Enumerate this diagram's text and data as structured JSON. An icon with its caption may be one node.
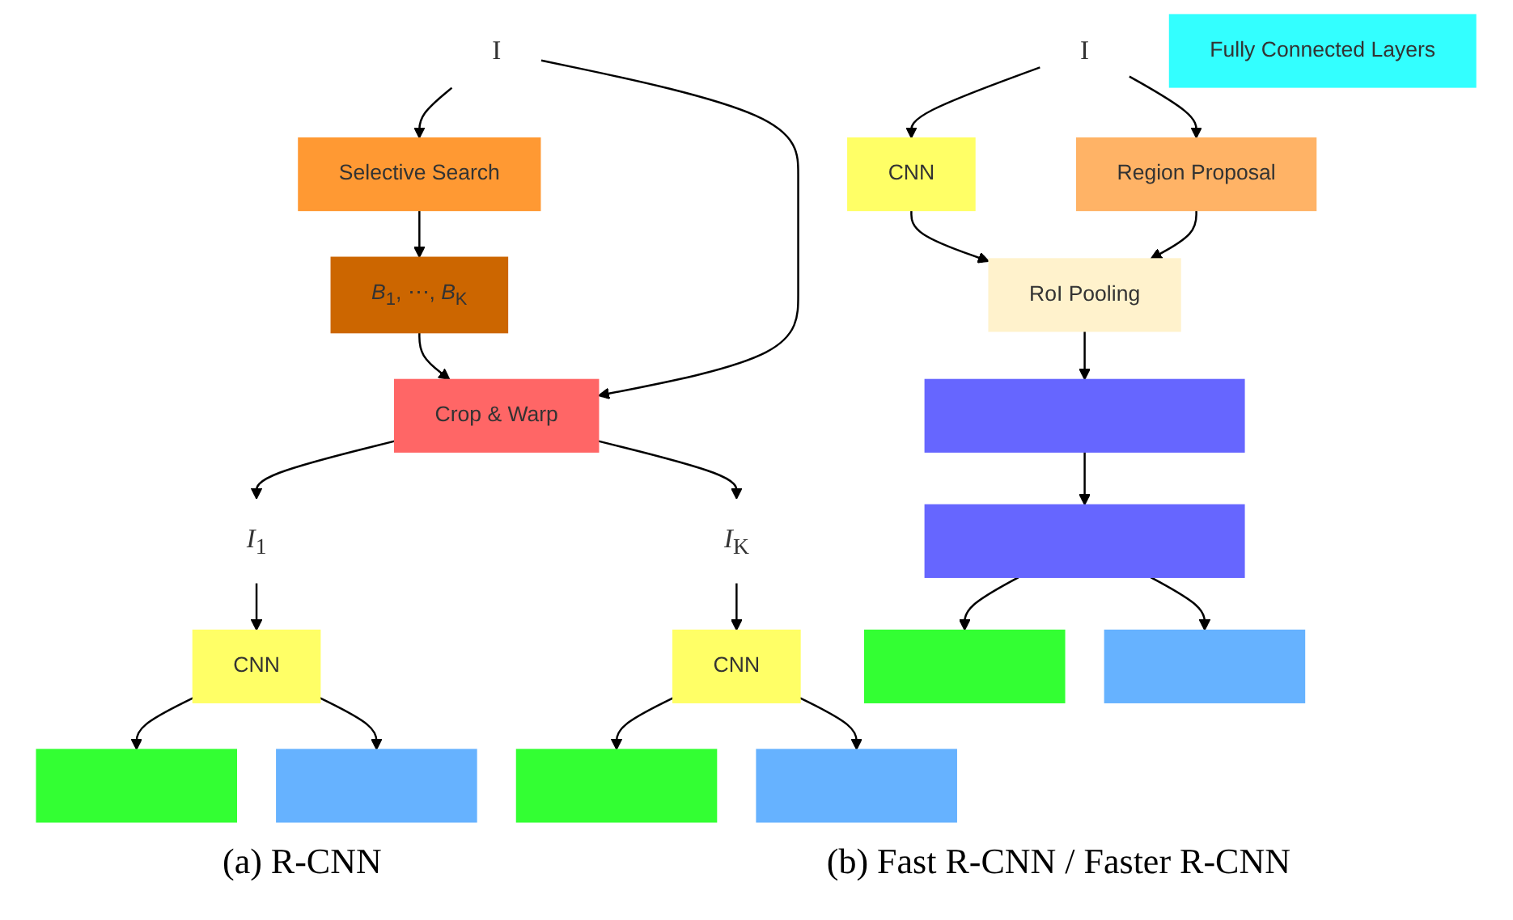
{
  "diagram": {
    "nodes": [
      {
        "text": [
          "I"
        ]
      },
      {
        "text": [
          "Selective Search"
        ]
      },
      {
        "text": [
          "*B*$_{1}$, ⋯, *B*$_{K}$"
        ]
      },
      {
        "text": [
          "Crop & Warp"
        ]
      },
      {
        "text": [
          "*I*$_{1}$"
        ]
      },
      {
        "text": [
          "*I*$_{K}$"
        ]
      },
      {
        "text": [
          "CNN"
        ]
      },
      {
        "text": [
          "CNN"
        ]
      },
      {
        "text": [],
        "shape": "box"
      },
      {
        "text": [],
        "shape": "box"
      },
      {
        "text": [],
        "shape": "box"
      },
      {
        "text": [],
        "shape": "box"
      },
      {
        "text": [
          "I"
        ]
      },
      {
        "text": [
          "CNN"
        ]
      },
      {
        "text": [
          "Region Proposal"
        ]
      },
      {
        "text": [
          "RoI Pooling"
        ]
      },
      {
        "text": [
          "Fully Connected Layers"
        ]
      },
      {
        "text": [],
        "shape": "bar"
      },
      {
        "text": [],
        "shape": "bar"
      },
      {
        "text": [],
        "shape": "box"
      },
      {
        "text": [],
        "shape": "box"
      }
    ],
    "edges": [
      {
        "from": 0,
        "to": 1,
        "arrow": "to"
      },
      {
        "from": 1,
        "to": 2,
        "arrow": "to"
      },
      {
        "from": 2,
        "to": 3,
        "arrow": "to"
      },
      {
        "from": 0,
        "to": 3,
        "arrow": "to"
      },
      {
        "from": 3,
        "to": 4,
        "arrow": "to"
      },
      {
        "from": 3,
        "to": 5,
        "arrow": "to"
      },
      {
        "from": 4,
        "to": 6,
        "arrow": "to"
      },
      {
        "from": 5,
        "to": 7,
        "arrow": "to"
      },
      {
        "from": 6,
        "to": 8,
        "arrow": "to"
      },
      {
        "from": 6,
        "to": 9,
        "arrow": "to"
      },
      {
        "from": 7,
        "to": 10,
        "arrow": "to"
      },
      {
        "from": 7,
        "to": 11,
        "arrow": "to"
      },
      {
        "from": 12,
        "to": 13,
        "arrow": "to"
      },
      {
        "from": 12,
        "to": 14,
        "arrow": "to"
      },
      {
        "from": 13,
        "to": 15,
        "arrow": "to"
      },
      {
        "from": 14,
        "to": 15,
        "arrow": "to"
      },
      {
        "from": 15,
        "to": 17,
        "arrow": "to"
      },
      {
        "from": 17,
        "to": 18,
        "arrow": "to"
      },
      {
        "from": 18,
        "to": 19,
        "arrow": "to"
      },
      {
        "from": 18,
        "to": 20,
        "arrow": "to"
      }
    ],
    "labels": [
      "(a) R-CNN",
      "(b) Fast R-CNN / Faster R-CNN"
    ]
  }
}
